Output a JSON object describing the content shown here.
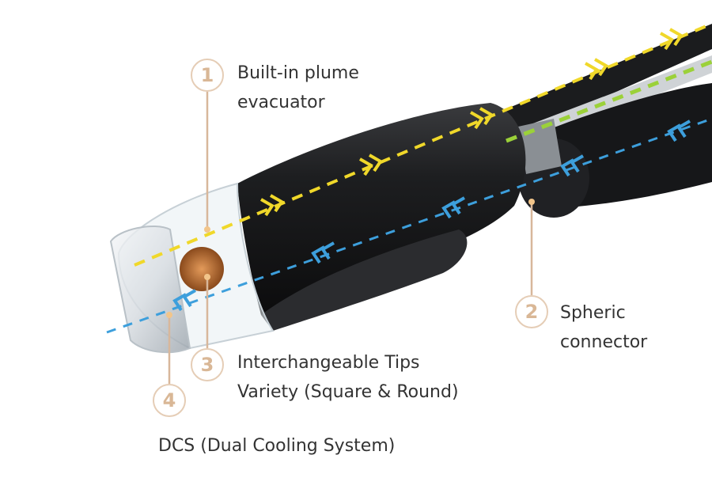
{
  "callouts": [
    {
      "number": "1",
      "lines": [
        "Built-in plume",
        "evacuator"
      ]
    },
    {
      "number": "2",
      "lines": [
        "Spheric",
        "connector"
      ]
    },
    {
      "number": "3",
      "lines": [
        "Interchangeable Tips",
        "Variety  (Square & Round)"
      ]
    },
    {
      "number": "4",
      "lines": [
        "DCS (Dual Cooling System)"
      ]
    }
  ],
  "colors": {
    "callout_circle": "#e5cdb6",
    "callout_number": "#d9b796",
    "leader_line": "#d8b79b",
    "handpiece_body": "#1d1e20",
    "flow_yellow": "#f0d82a",
    "flow_blue": "#3d9fdc",
    "flow_green": "#9bd139",
    "text": "#333333"
  }
}
